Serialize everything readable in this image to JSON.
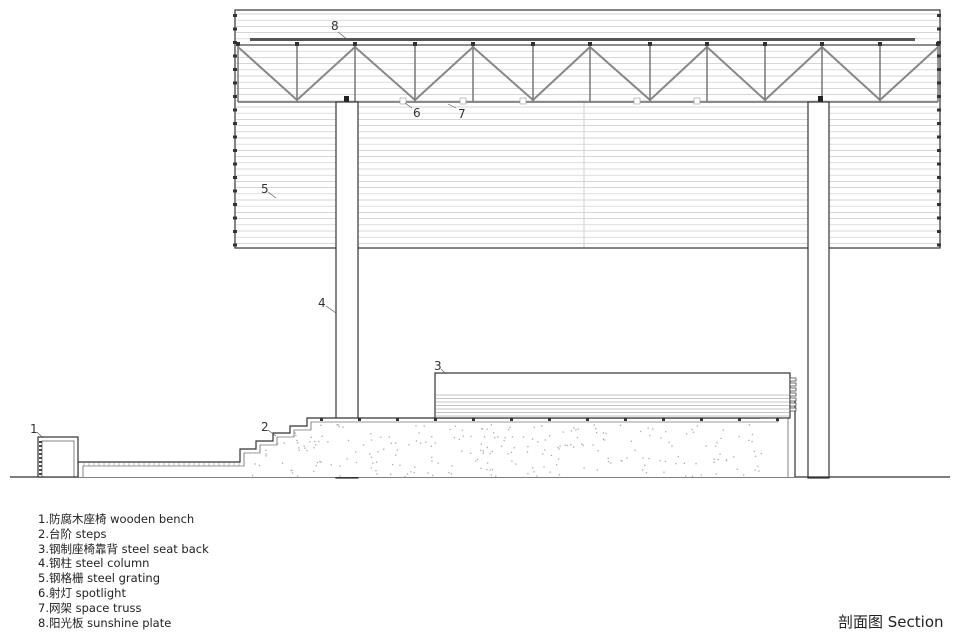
{
  "drawing": {
    "title": "剖面图 Section",
    "callouts": [
      "1",
      "2",
      "3",
      "4",
      "5",
      "6",
      "7",
      "8"
    ],
    "legend": [
      "1.防腐木座椅 wooden bench",
      "2.台阶 steps",
      "3.钢制座椅靠背 steel seat back",
      "4.钢柱 steel column",
      "5.钢格栅 steel grating",
      "6.射灯 spotlight",
      "7.网架 space truss",
      "8.阳光板  sunshine plate"
    ],
    "line_color": "#333333",
    "grating_color": "#c8c8c8"
  }
}
